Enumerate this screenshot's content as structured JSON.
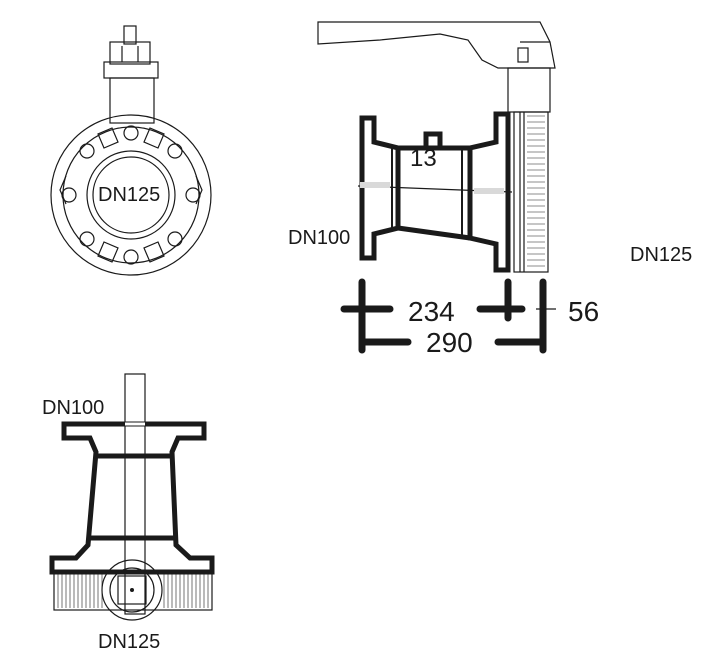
{
  "front_view": {
    "size_label": "DN125"
  },
  "side_view": {
    "left_label": "DN100",
    "right_label": "DN125",
    "center_dim": "13",
    "dim_inner": "234",
    "dim_right": "56",
    "dim_overall": "290"
  },
  "top_view": {
    "top_label": "DN100",
    "bottom_label": "DN125"
  }
}
